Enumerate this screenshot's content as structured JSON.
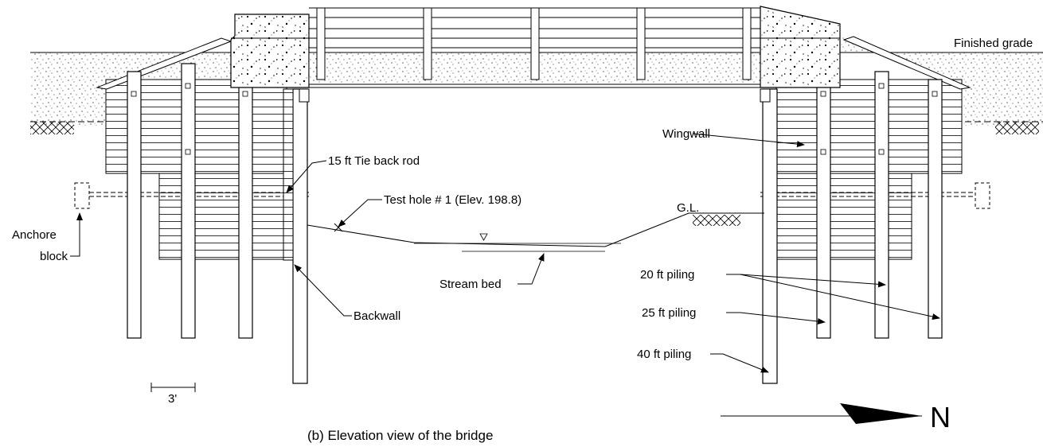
{
  "labels": {
    "finished_grade": "Finished grade",
    "wingwall": "Wingwall",
    "tie_back_rod": "15 ft Tie back rod",
    "test_hole": "Test hole # 1 (Elev. 198.8)",
    "gl": "G.L.",
    "anchore": "Anchore",
    "block": "block",
    "stream_bed": "Stream bed",
    "backwall": "Backwall",
    "piling_20": "20 ft piling",
    "piling_25": "25 ft piling",
    "piling_40": "40 ft piling",
    "scale": "3'",
    "north": "N"
  },
  "caption": "(b) Elevation view of the bridge"
}
